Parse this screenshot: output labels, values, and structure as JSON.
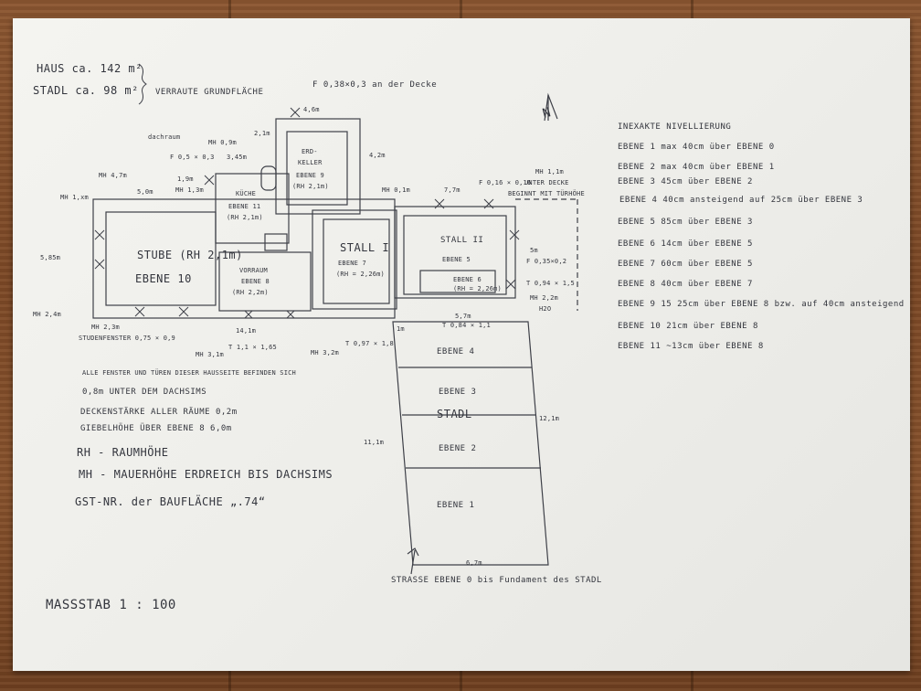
{
  "header": {
    "haus": "HAUS ca. 142 m²",
    "stadl": "STADL ca. 98 m²",
    "verraute": "VERRAUTE GRUNDFLÄCHE",
    "fenster_top": "F 0,38×0,3 an der Decke"
  },
  "levels_title": "INEXAKTE NIVELLIERUNG",
  "levels": [
    "EBENE 1   max 40cm über EBENE 0",
    "EBENE 2   max 40cm über EBENE 1",
    "EBENE 3   45cm über EBENE 2",
    "EBENE 4   40cm ansteigend auf 25cm über EBENE 3",
    "EBENE 5   85cm über EBENE 3",
    "EBENE 6   14cm über EBENE 5",
    "EBENE 7   60cm über EBENE 5",
    "EBENE 8   40cm über EBENE 7",
    "EBENE 9   15 25cm über EBENE 8 bzw. auf 40cm ansteigend",
    "EBENE 10  21cm über EBENE 8",
    "EBENE 11  ~13cm über EBENE 8"
  ],
  "rooms": {
    "stube": "STUBE (RH 2,1m)",
    "stube_ebene": "EBENE 10",
    "kueche": "KÜCHE",
    "kueche_ebene": "EBENE 11",
    "kueche_rh": "(RH 2,1m)",
    "erdkeller": "ERD-",
    "erdkeller2": "KELLER",
    "erdkeller_ebene": "EBENE 9",
    "erdkeller_rh": "(RH 2,1m)",
    "vorraum": "VORRAUM",
    "vorraum_ebene": "EBENE 8",
    "vorraum_rh": "(RH 2,2m)",
    "stall1": "STALL I",
    "stall1_ebene": "EBENE 7",
    "stall1_rh": "(RH = 2,26m)",
    "stall2": "STALL II",
    "stall2_ebene": "EBENE 5",
    "stall2_rh": "(RH = 2,26m)",
    "stall2_e6": "EBENE 6",
    "stadl": "STADL",
    "ebene4": "EBENE 4",
    "ebene3": "EBENE 3",
    "ebene2": "EBENE 2",
    "ebene1": "EBENE 1"
  },
  "dims": {
    "mh4_7": "MH 4,7m",
    "mh1_xa": "MH 1,xm",
    "w5": "5,0m",
    "mh0_9": "MH 0,9m",
    "w3_45": "3,45m",
    "w1_9": "1,9m",
    "mh1_3": "MH 1,3m",
    "w4_6": "4,6m",
    "w2_1": "2,1m",
    "w4_2": "4,2m",
    "mh0_1": "MH 0,1m",
    "w7_7": "7,7m",
    "f_016": "F 0,16 × 0,16",
    "unter_decke": "UNTER DECKE",
    "beginnt": "BEGINNT MIT TÜRHÖHE",
    "mh1_1": "MH 1,1m",
    "w5_85": "5,85m",
    "w5m": "5m",
    "foshuit": "F 0,35×0,2",
    "mh2_4": "MH 2,4m",
    "mh2_2": "MH 2,2m",
    "t_094": "T 0,94 × 1,5",
    "mh2_3": "MH 2,3m",
    "studen": "STUDENFENSTER 0,75 × 0,9",
    "w14_1": "14,1m",
    "mh3_1": "MH 3,1m",
    "t_11": "T 1,1 × 1,65",
    "mh3_2": "MH 3,2m",
    "t_097": "T 0,97 × 1,8",
    "w1m": "1m",
    "w5_7": "5,7m",
    "t_084": "T 0,84 × 1,1",
    "h2o": "H2O",
    "w11_1": "11,1m",
    "w12_1": "12,1m",
    "w6_7": "6,7m",
    "f_05": "F 0,5 × 0,3",
    "dachraum": "dachraum"
  },
  "notes": {
    "n1": "ALLE FENSTER UND TÜREN DIESER HAUSSEITE BEFINDEN SICH",
    "n2": "0,8m UNTER DEM DACHSIMS",
    "n3": "DECKENSTÄRKE ALLER RÄUME 0,2m",
    "n4": "GIEBELHÖHE ÜBER EBENE 8   6,0m",
    "rh": "RH  -  RAUMHÖHE",
    "mh": "MH  -  MAUERHÖHE ERDREICH BIS DACHSIMS",
    "gst": "GST-NR. der BAUFLÄCHE „.74“",
    "strasse": "STRASSE  EBENE 0  bis Fundament des STADL",
    "massstab": "MASSSTAB  1 : 100",
    "north": "N"
  }
}
